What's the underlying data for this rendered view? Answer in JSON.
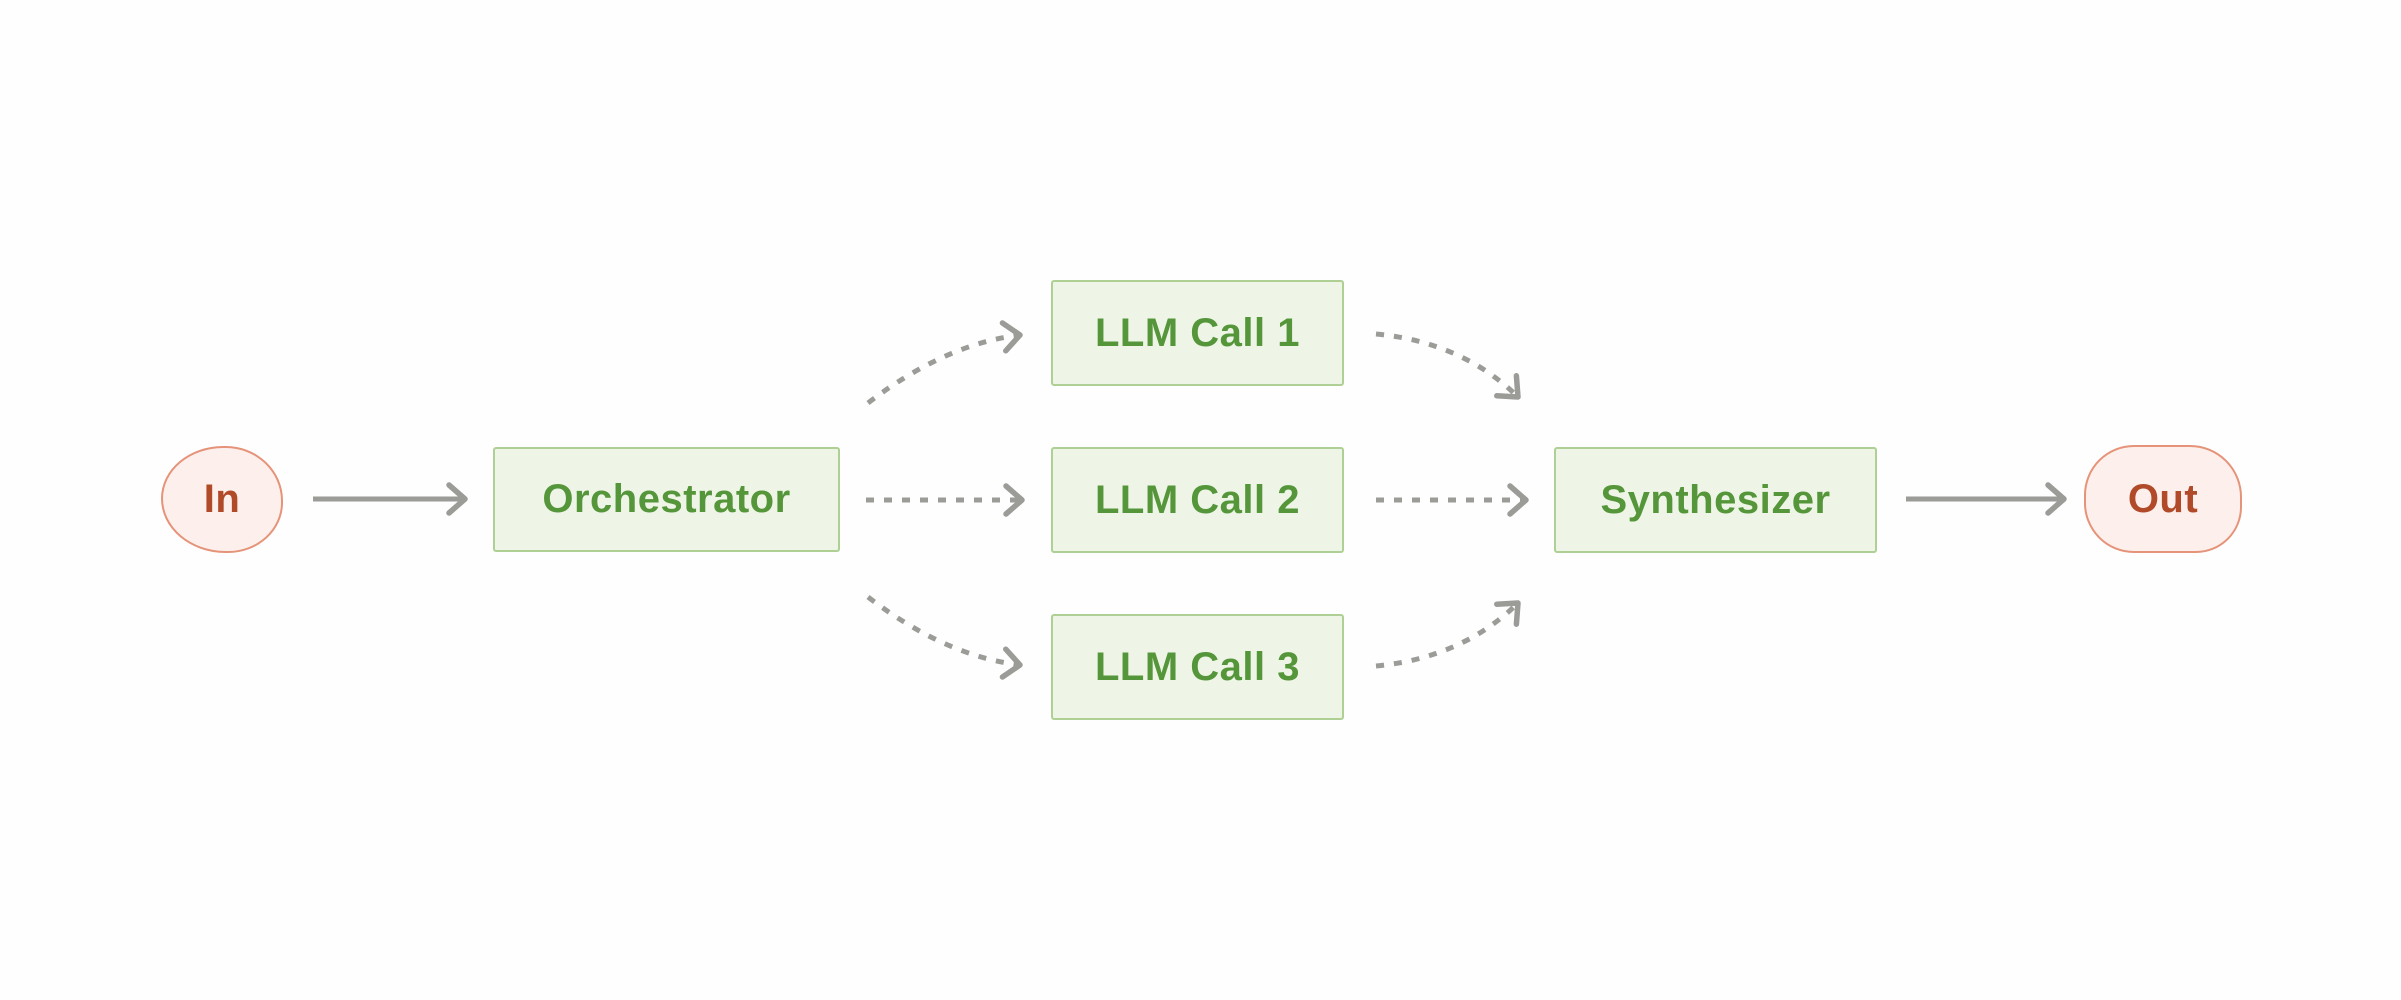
{
  "diagram": {
    "title": "orchestrator-workers-workflow",
    "background": "#fefefe"
  },
  "colors": {
    "canvas_bg": "#fefefe",
    "green_fill": "#eef5e7",
    "green_border": "#afd094",
    "green_text": "#55963a",
    "pink_fill": "#fdf0ec",
    "pink_border": "#e59379",
    "pink_text": "#b04a28",
    "arrow_gray": "#9b9b98"
  },
  "nodes": {
    "input": {
      "label": "In",
      "shape": "circle"
    },
    "orchestrator": {
      "label": "Orchestrator",
      "shape": "rect"
    },
    "llm_call_1": {
      "label": "LLM Call 1",
      "shape": "rect"
    },
    "llm_call_2": {
      "label": "LLM Call 2",
      "shape": "rect"
    },
    "llm_call_3": {
      "label": "LLM Call 3",
      "shape": "rect"
    },
    "synthesizer": {
      "label": "Synthesizer",
      "shape": "rect"
    },
    "output": {
      "label": "Out",
      "shape": "pill"
    }
  },
  "edges": [
    {
      "from": "input",
      "to": "orchestrator",
      "style": "solid"
    },
    {
      "from": "orchestrator",
      "to": "llm_call_1",
      "style": "dashed"
    },
    {
      "from": "orchestrator",
      "to": "llm_call_2",
      "style": "dashed"
    },
    {
      "from": "orchestrator",
      "to": "llm_call_3",
      "style": "dashed"
    },
    {
      "from": "llm_call_1",
      "to": "synthesizer",
      "style": "dashed"
    },
    {
      "from": "llm_call_2",
      "to": "synthesizer",
      "style": "dashed"
    },
    {
      "from": "llm_call_3",
      "to": "synthesizer",
      "style": "dashed"
    },
    {
      "from": "synthesizer",
      "to": "output",
      "style": "solid"
    }
  ]
}
